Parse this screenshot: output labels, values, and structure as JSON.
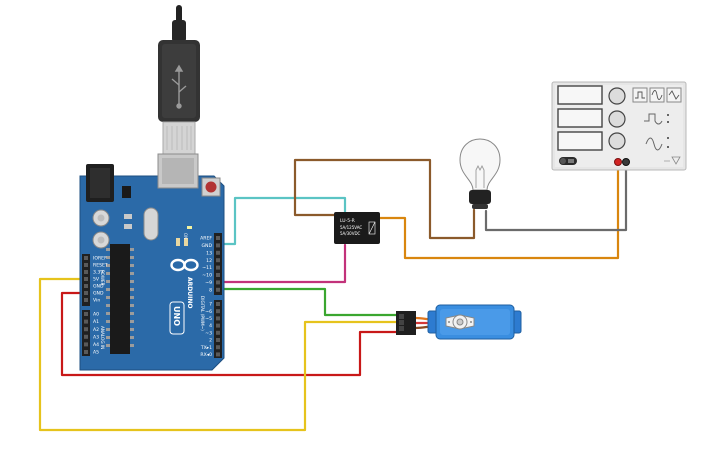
{
  "board": {
    "brand": "ARDUINO",
    "model": "UNO",
    "power_label": "POWER",
    "analog_label": "ANALOG IN",
    "digital_label": "DIGITAL (PWM~)",
    "tx_label": "TX",
    "rx_label": "RX",
    "on_label": "ON",
    "power_pins": [
      "IOREF",
      "RESET",
      "3.3V",
      "5V",
      "GND",
      "GND",
      "Vin"
    ],
    "analog_pins": [
      "A0",
      "A1",
      "A2",
      "A3",
      "A4",
      "A5"
    ],
    "digital_pins_top": [
      "AREF",
      "GND",
      "13",
      "12",
      "~11",
      "~10",
      "~9",
      "8"
    ],
    "digital_pins_bottom": [
      "7",
      "~6",
      "~5",
      "4",
      "~3",
      "2",
      "TX▸1",
      "RX◂0"
    ]
  },
  "relay": {
    "line1": "LU-5-R",
    "line2": "5A/125VAC",
    "line3": "5A/30VDC"
  },
  "components": {
    "usb_cable": "usb-cable",
    "lamp": "light-bulb",
    "servo": "servo-motor",
    "power_supply": "function-generator"
  },
  "colors": {
    "board": "#2b6aa8",
    "wire_cyan": "#5bc4c4",
    "wire_brown": "#8b5a2b",
    "wire_orange": "#d9860e",
    "wire_magenta": "#c2327a",
    "wire_green": "#3aa62f",
    "wire_red": "#c81818",
    "wire_yellow": "#e6c31c",
    "wire_gray": "#6b6b6b"
  }
}
